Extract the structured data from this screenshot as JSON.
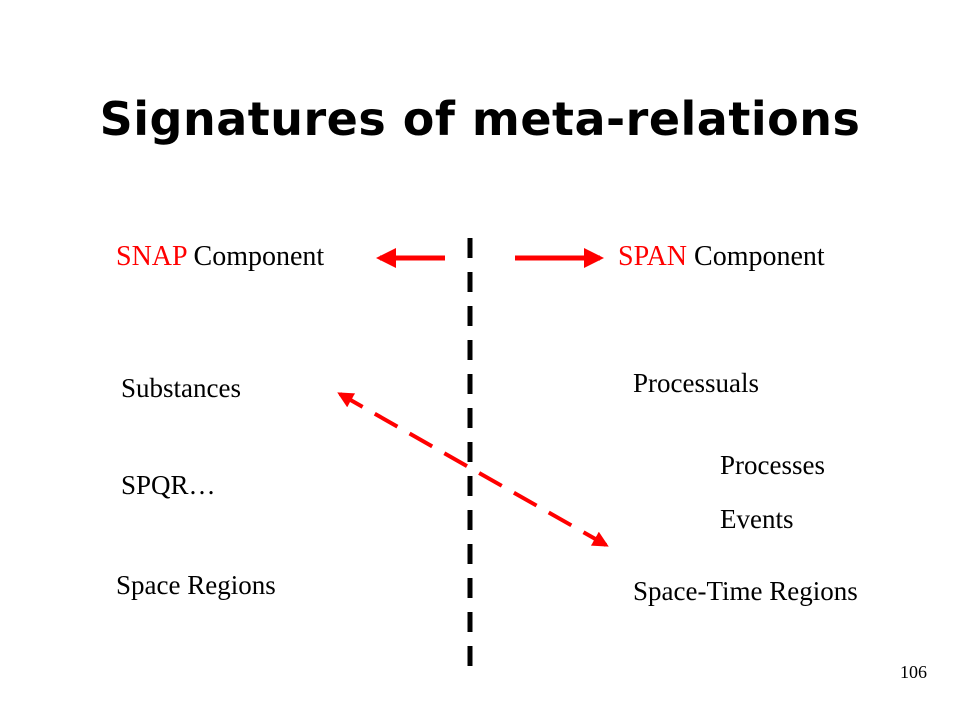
{
  "slide": {
    "title": "Signatures of meta-relations",
    "page_number": "106"
  },
  "left": {
    "heading_accent": "SNAP",
    "heading_rest": " Component",
    "items": [
      "Substances",
      "SPQR…",
      "Space Regions"
    ]
  },
  "right": {
    "heading_accent": "SPAN",
    "heading_rest": " Component",
    "items": [
      "Processuals",
      "Processes",
      "Events",
      "Space-Time Regions"
    ]
  },
  "colors": {
    "accent": "#ff0000",
    "text": "#000000",
    "divider": "#000000"
  }
}
